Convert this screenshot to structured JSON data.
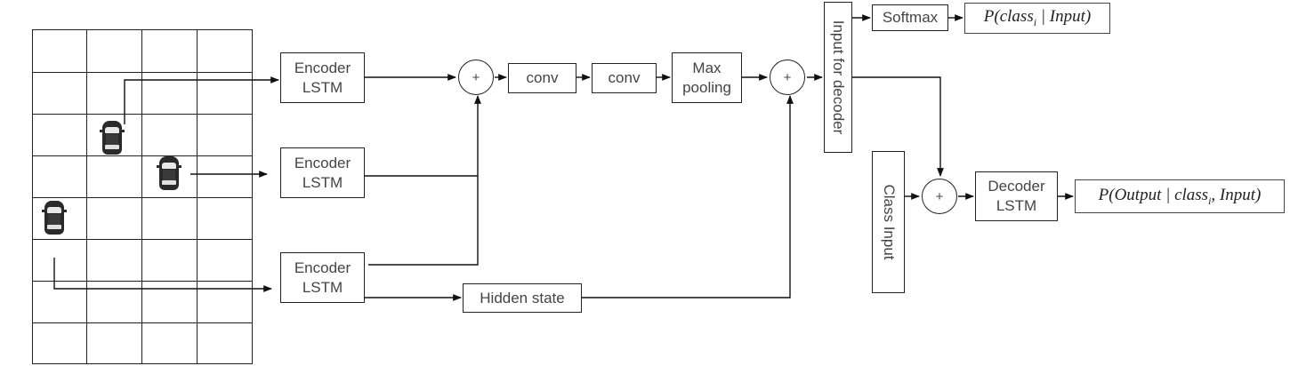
{
  "encoders": [
    "Encoder\nLSTM",
    "Encoder\nLSTM",
    "Encoder\nLSTM"
  ],
  "conv1": "conv",
  "conv2": "conv",
  "maxpool": "Max\npooling",
  "hidden_state": "Hidden state",
  "input_for_decoder": "Input for decoder",
  "softmax": "Softmax",
  "p_class": "P(class_i | Input)",
  "class_input": "Class Input",
  "decoder": "Decoder\nLSTM",
  "p_output": "P(Output | class_i, Input)",
  "plus": "+"
}
